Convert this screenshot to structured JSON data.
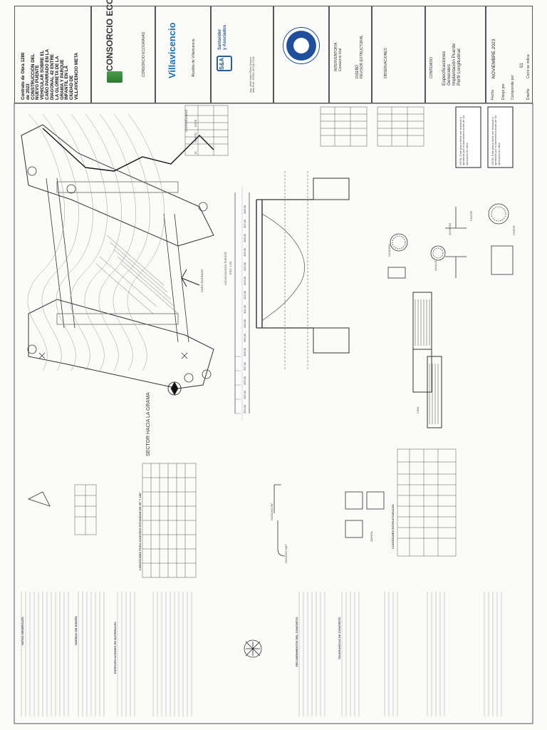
{
  "title_block": {
    "contract_lines": [
      "Contrato de Obra 1280",
      "de 2023",
      "CONSTRUCCIÓN DEL",
      "NUEVO PUENTE",
      "VEHICULAR SOBRE EL",
      "CAÑO PARRADO EN LA",
      "DIAGONAL 42 ENTRE",
      "LA GLORIETA DE LA",
      "GRAMA Y PARQUE",
      "INFANTIL EN LA",
      "CIUDAD DE",
      "VILLAVICENCIO META"
    ],
    "consortium_logo": "CONSORCIO ECOGRAVAS",
    "consortium_label": "CONSORCIO ECOGRAVAS",
    "city_logo": "Villavicencio",
    "city_label": "Alcaldía de Villavicencio",
    "sya_logo": "S&A",
    "sya_name_1": "Santander",
    "sya_name_2": "y Asociados",
    "engineer_name": "Ing. José Nairo Ríos Orozco",
    "engineer_reg": "Mat.Prof. 25202-42745 CND",
    "interventoria_label": "INTERVENTORÍA",
    "interventoria_name": "Consorcio Vial",
    "diseno_label": "DISEÑÓ",
    "diseno_name": "REVISOR ESTRUCTURAL",
    "observaciones_label": "OBSERVACIONES",
    "contenido_label": "CONTENIDO",
    "contenido_lines": [
      "Especificaciones",
      "Generales",
      "Implantación Puente",
      "Perfil Longitudinal"
    ],
    "fecha_label": "Fecha",
    "fecha_value": "NOVIEMBRE 2023",
    "dibujo_label": "Dibujó por",
    "compone_label": "Comprende por",
    "sheet_no": "01",
    "diseno_por_label": "Diseño",
    "diseno_por_value": "Corro se indica"
  },
  "drawing": {
    "sector_label": "SECTOR HACIA LA GRAMA",
    "caño_label": "CAÑO PARRADO",
    "section_label": "LOCALIZACION PUENTE",
    "scale_label": "ESC: 1:50",
    "elev_labels": [
      "408,00",
      "407,00",
      "406,00",
      "405,00",
      "404,00",
      "403,00",
      "402,00",
      "401,00",
      "400,00",
      "399,00",
      "398,00",
      "397,00",
      "396,00",
      "395,00",
      "394,00"
    ],
    "detail_captions": [
      "CAISSON",
      "ANILLO",
      "ZUNCHO",
      "PILOTE",
      "VIGA",
      "CORTE",
      "ZAPATA"
    ],
    "coord_title": "COORDENADAS",
    "coord_headers": [
      "ID",
      "NORTE",
      "ESTE"
    ],
    "notes_general_title": "NOTAS GENERALES",
    "codes_title": "NORMAS DE DISEÑO",
    "materials_title": "ESPECIFICACIONES DE MATERIALES",
    "concrete_title": "RECUBRIMIENTOS DEL CONCRETO",
    "tolerance_title": "TOLERANCIAS DE CONCRETO",
    "lap_table_title": "LONGITUDES PARA GANCHOS ESTANDAR DE 90° Y 180°",
    "hook_labels": [
      "GANCHO 90°",
      "GANCHO 180°"
    ],
    "bar_summary_title": "CANTIDADES ESTRUCTURALES",
    "stamp_text": "NOTA: Este plano debe ser revisado y aprobado por el interventor antes de su ejecución en obra"
  }
}
